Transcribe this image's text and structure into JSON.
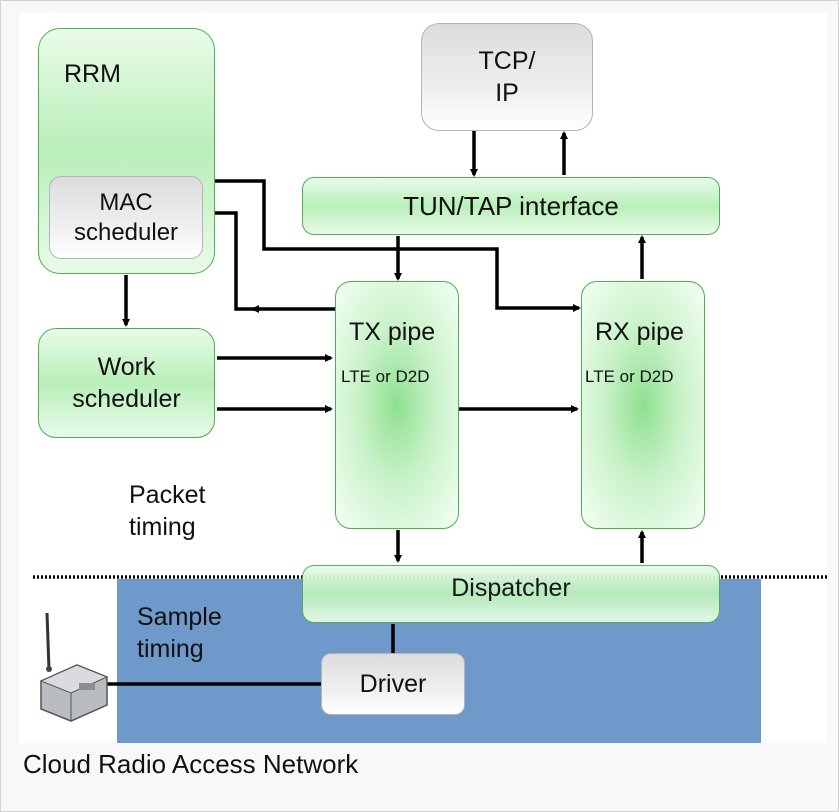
{
  "blocks": {
    "rrm": "RRM",
    "mac_line1": "MAC",
    "mac_line2": "scheduler",
    "work_line1": "Work",
    "work_line2": "scheduler",
    "tcp_line1": "TCP/",
    "tcp_line2": "IP",
    "tuntap": "TUN/TAP interface",
    "tx_title": "TX pipe",
    "tx_sub": "LTE or D2D",
    "rx_title": "RX pipe",
    "rx_sub": "LTE or D2D",
    "dispatcher": "Dispatcher",
    "driver": "Driver"
  },
  "regions": {
    "packet_line1": "Packet",
    "packet_line2": "timing",
    "sample_line1": "Sample",
    "sample_line2": "timing"
  },
  "colors": {
    "green_border": "#4caf50",
    "sample_region": "#6f98cb",
    "arrow": "#000000"
  },
  "caption": "Cloud Radio Access Network"
}
